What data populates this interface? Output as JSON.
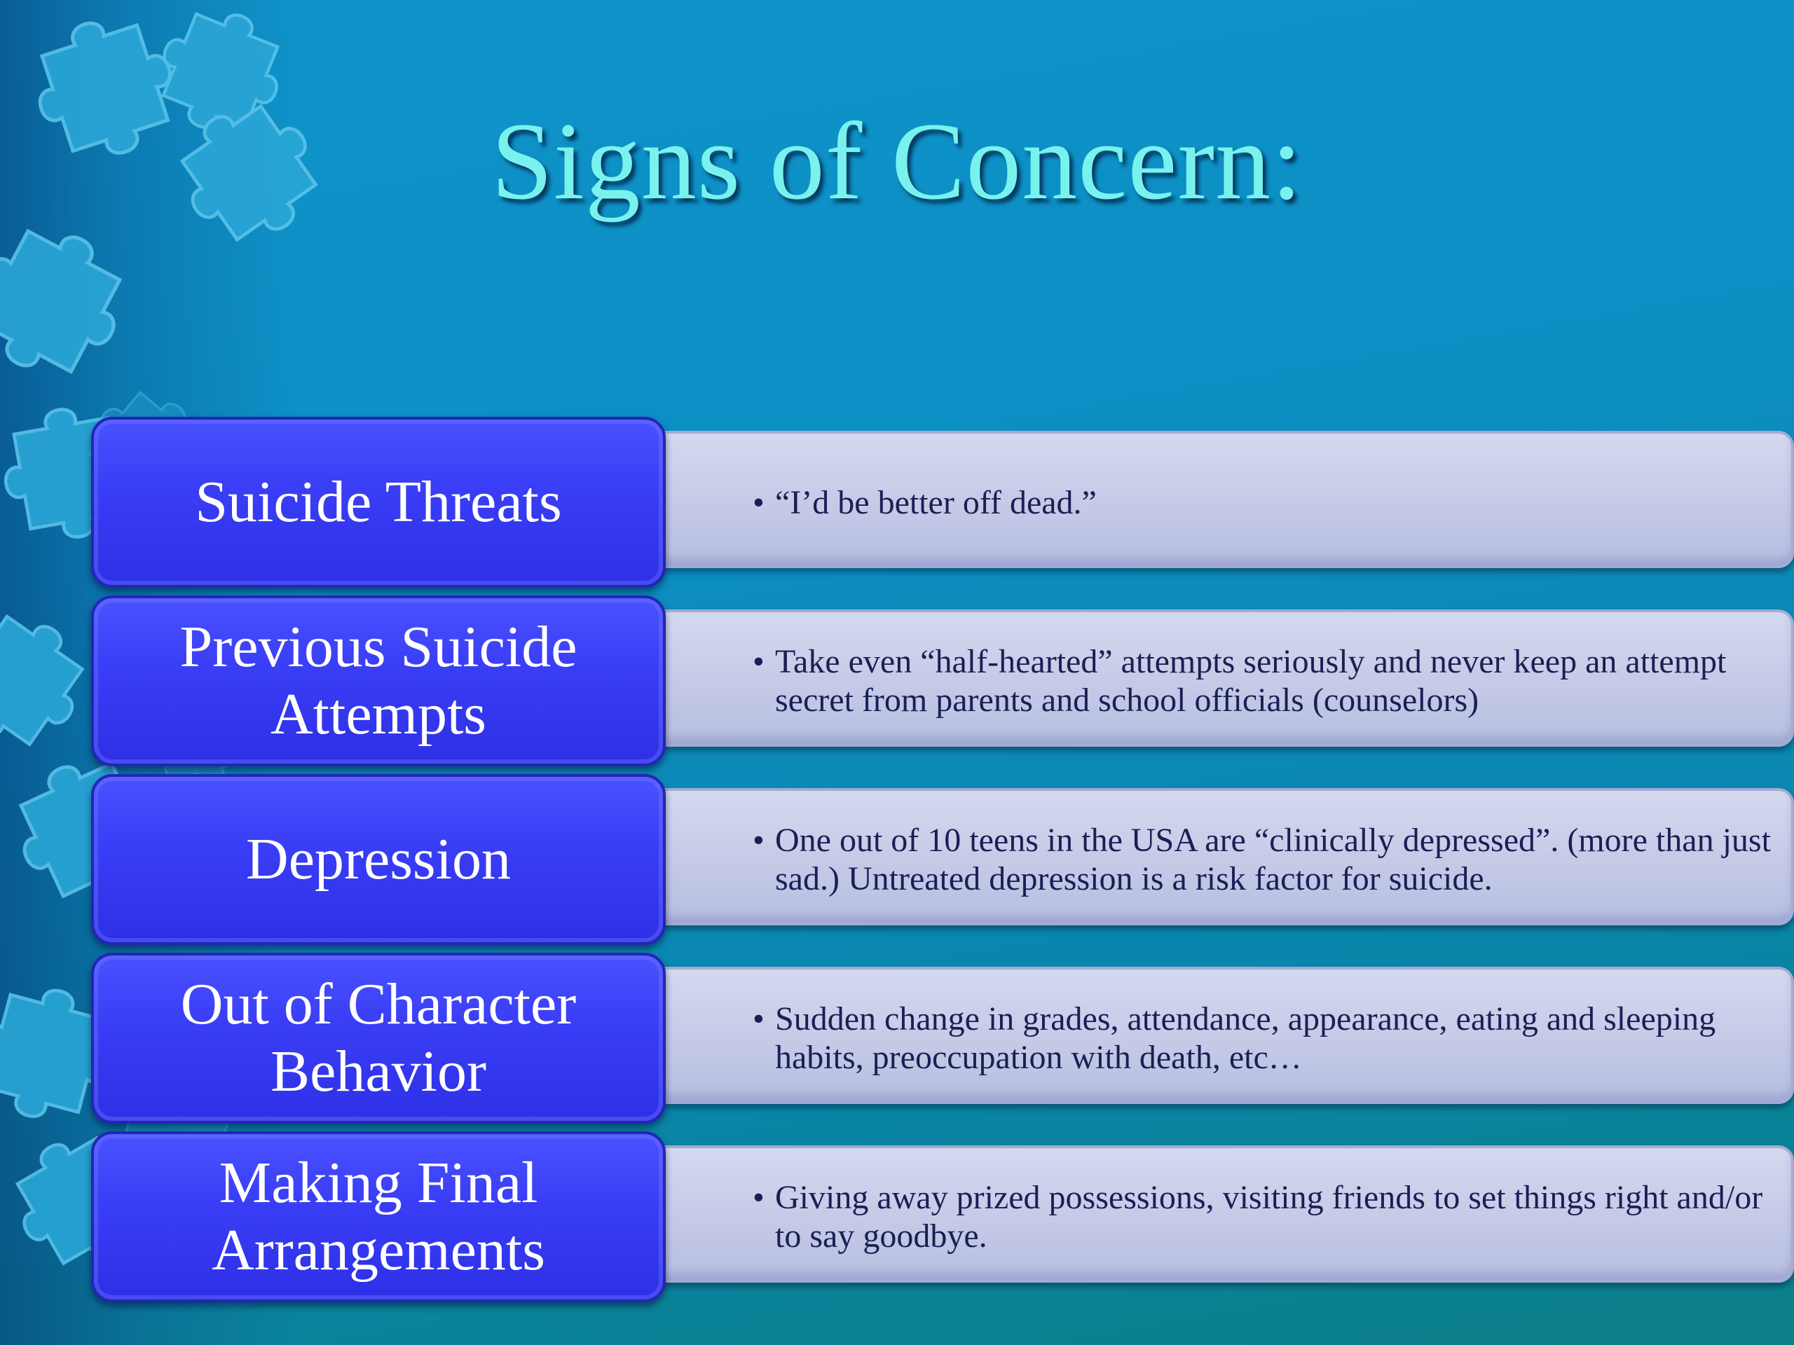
{
  "slide": {
    "title": "Signs of Concern:"
  },
  "rows": [
    {
      "label": "Suicide Threats",
      "bullet": "•",
      "description": "“I’d be better off dead.”"
    },
    {
      "label": "Previous Suicide Attempts",
      "bullet": "•",
      "description": "Take even “half-hearted” attempts seriously and never keep an attempt secret from parents and school officials (counselors)"
    },
    {
      "label": "Depression",
      "bullet": "•",
      "description": "One out of 10 teens in the USA are “clinically depressed”. (more than just sad.) Untreated depression is a risk factor for suicide."
    },
    {
      "label": "Out of Character Behavior",
      "bullet": "•",
      "description": "Sudden change in grades, attendance, appearance, eating and sleeping habits, preoccupation with death, etc…"
    },
    {
      "label": "Making Final Arrangements",
      "bullet": "•",
      "description": "Giving away prized possessions, visiting friends to set things right and/or to say goodbye."
    }
  ],
  "colors": {
    "background": "#0c8fc4",
    "title": "#79f2ee",
    "label_box": "#3a3ef6",
    "description_box": "#c8cde9",
    "description_text": "#1b1f55"
  },
  "icons": {
    "background_decoration": "puzzle-piece-icon"
  }
}
